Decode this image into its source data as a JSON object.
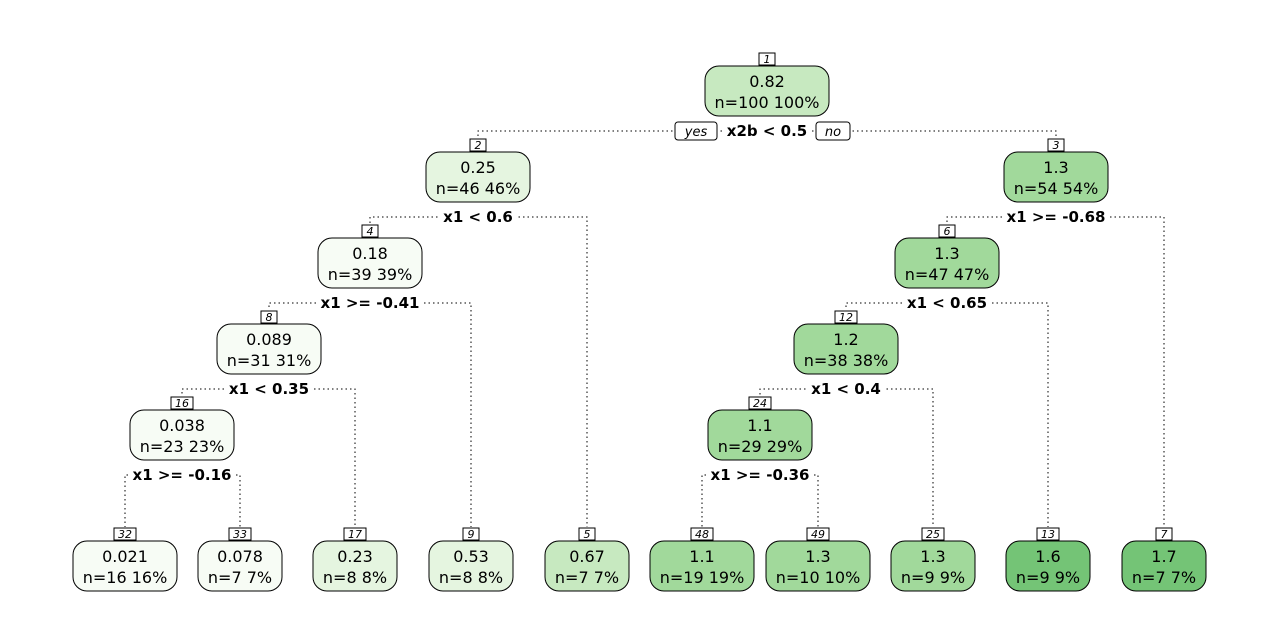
{
  "tree": {
    "labels": {
      "yes": "yes",
      "no": "no"
    },
    "nodes": [
      {
        "id": "1",
        "value": "0.82",
        "n": "n=100  100%",
        "color": "#c7e9c0",
        "split": "x2b < 0.5"
      },
      {
        "id": "2",
        "value": "0.25",
        "n": "n=46  46%",
        "color": "#e5f5e0",
        "split": "x1 < 0.6"
      },
      {
        "id": "3",
        "value": "1.3",
        "n": "n=54  54%",
        "color": "#a1d99b",
        "split": "x1 >= -0.68"
      },
      {
        "id": "4",
        "value": "0.18",
        "n": "n=39  39%",
        "color": "#f7fcf5",
        "split": "x1 >= -0.41"
      },
      {
        "id": "6",
        "value": "1.3",
        "n": "n=47  47%",
        "color": "#a1d99b",
        "split": "x1 < 0.65"
      },
      {
        "id": "8",
        "value": "0.089",
        "n": "n=31  31%",
        "color": "#f7fcf5",
        "split": "x1 < 0.35"
      },
      {
        "id": "12",
        "value": "1.2",
        "n": "n=38  38%",
        "color": "#a1d99b",
        "split": "x1 < 0.4"
      },
      {
        "id": "16",
        "value": "0.038",
        "n": "n=23  23%",
        "color": "#f7fcf5",
        "split": "x1 >= -0.16"
      },
      {
        "id": "24",
        "value": "1.1",
        "n": "n=29  29%",
        "color": "#a1d99b",
        "split": "x1 >= -0.36"
      },
      {
        "id": "32",
        "value": "0.021",
        "n": "n=16  16%",
        "color": "#f7fcf5"
      },
      {
        "id": "33",
        "value": "0.078",
        "n": "n=7  7%",
        "color": "#f7fcf5"
      },
      {
        "id": "17",
        "value": "0.23",
        "n": "n=8  8%",
        "color": "#e5f5e0"
      },
      {
        "id": "9",
        "value": "0.53",
        "n": "n=8  8%",
        "color": "#e5f5e0"
      },
      {
        "id": "5",
        "value": "0.67",
        "n": "n=7  7%",
        "color": "#c7e9c0"
      },
      {
        "id": "48",
        "value": "1.1",
        "n": "n=19  19%",
        "color": "#a1d99b"
      },
      {
        "id": "49",
        "value": "1.3",
        "n": "n=10  10%",
        "color": "#a1d99b"
      },
      {
        "id": "25",
        "value": "1.3",
        "n": "n=9  9%",
        "color": "#a1d99b"
      },
      {
        "id": "13",
        "value": "1.6",
        "n": "n=9  9%",
        "color": "#74c476"
      },
      {
        "id": "7",
        "value": "1.7",
        "n": "n=7  7%",
        "color": "#74c476"
      }
    ],
    "edges": [
      [
        "1",
        "2"
      ],
      [
        "1",
        "3"
      ],
      [
        "2",
        "4"
      ],
      [
        "2",
        "5"
      ],
      [
        "3",
        "6"
      ],
      [
        "3",
        "7"
      ],
      [
        "4",
        "8"
      ],
      [
        "4",
        "9"
      ],
      [
        "6",
        "12"
      ],
      [
        "6",
        "13"
      ],
      [
        "8",
        "16"
      ],
      [
        "8",
        "17"
      ],
      [
        "12",
        "24"
      ],
      [
        "12",
        "25"
      ],
      [
        "16",
        "32"
      ],
      [
        "16",
        "33"
      ],
      [
        "24",
        "48"
      ],
      [
        "24",
        "49"
      ]
    ]
  }
}
